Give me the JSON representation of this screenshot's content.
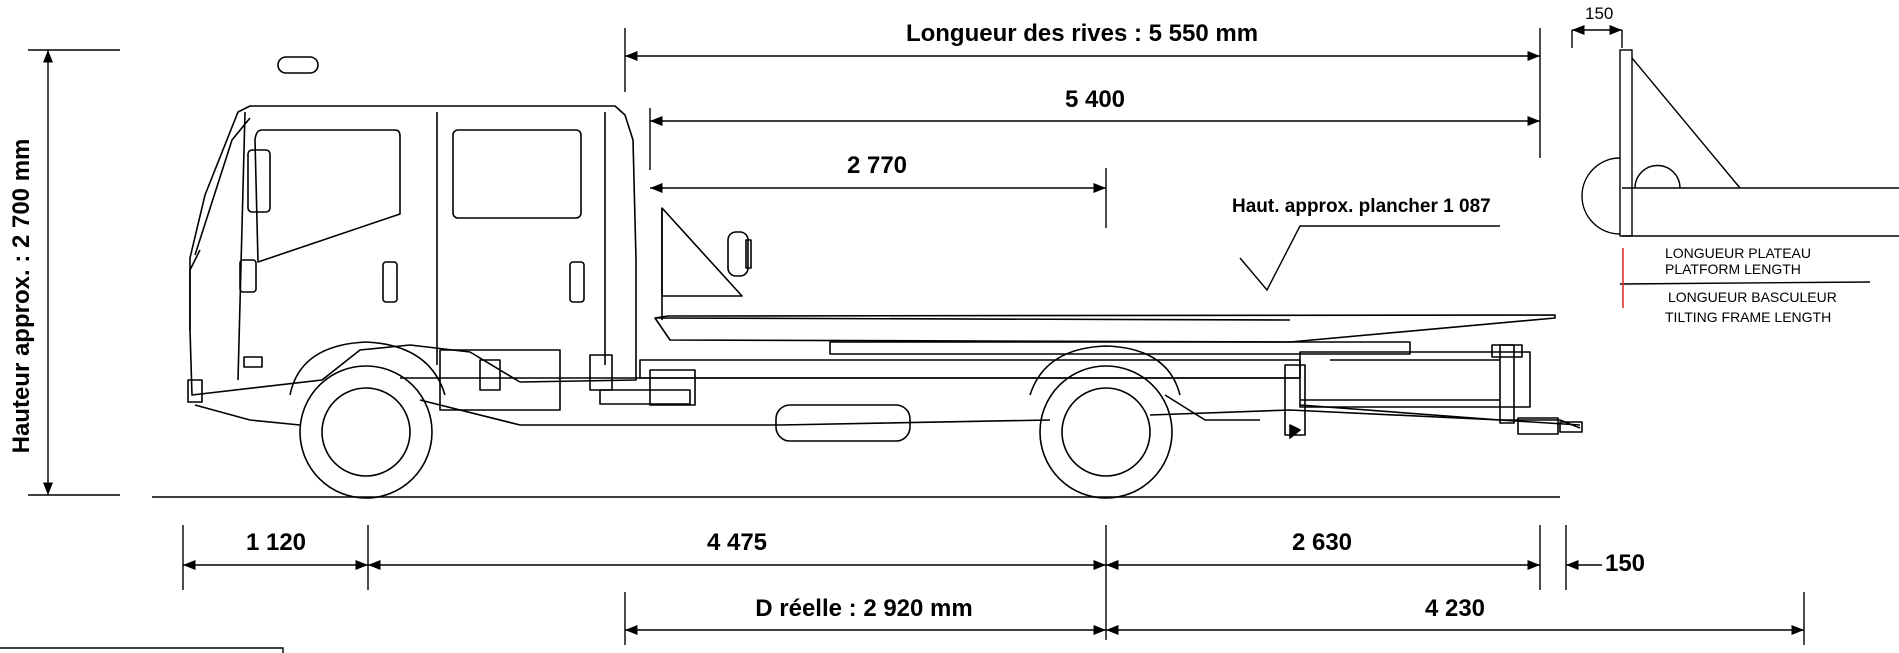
{
  "dimensions": {
    "rives": "Longueur des rives : 5 550 mm",
    "platform": "5 400",
    "inner": "2 770",
    "floor_height": "Haut. approx. plancher 1 087",
    "height": "Hauteur approx. : 2 700 mm",
    "front_overhang": "1 120",
    "wheelbase": "4 475",
    "rear_overhang": "2 630",
    "rear_extra": "150",
    "d_reelle": "D réelle : 2 920 mm",
    "tilting": "4 230",
    "detail_top": "150"
  },
  "detail_legend": {
    "line1": "LONGUEUR PLATEAU",
    "line2": "PLATFORM LENGTH",
    "line3": "LONGUEUR BASCULEUR",
    "line4": "TILTING FRAME LENGTH"
  },
  "colors": {
    "line": "#000000",
    "accent": "#e0302a"
  }
}
